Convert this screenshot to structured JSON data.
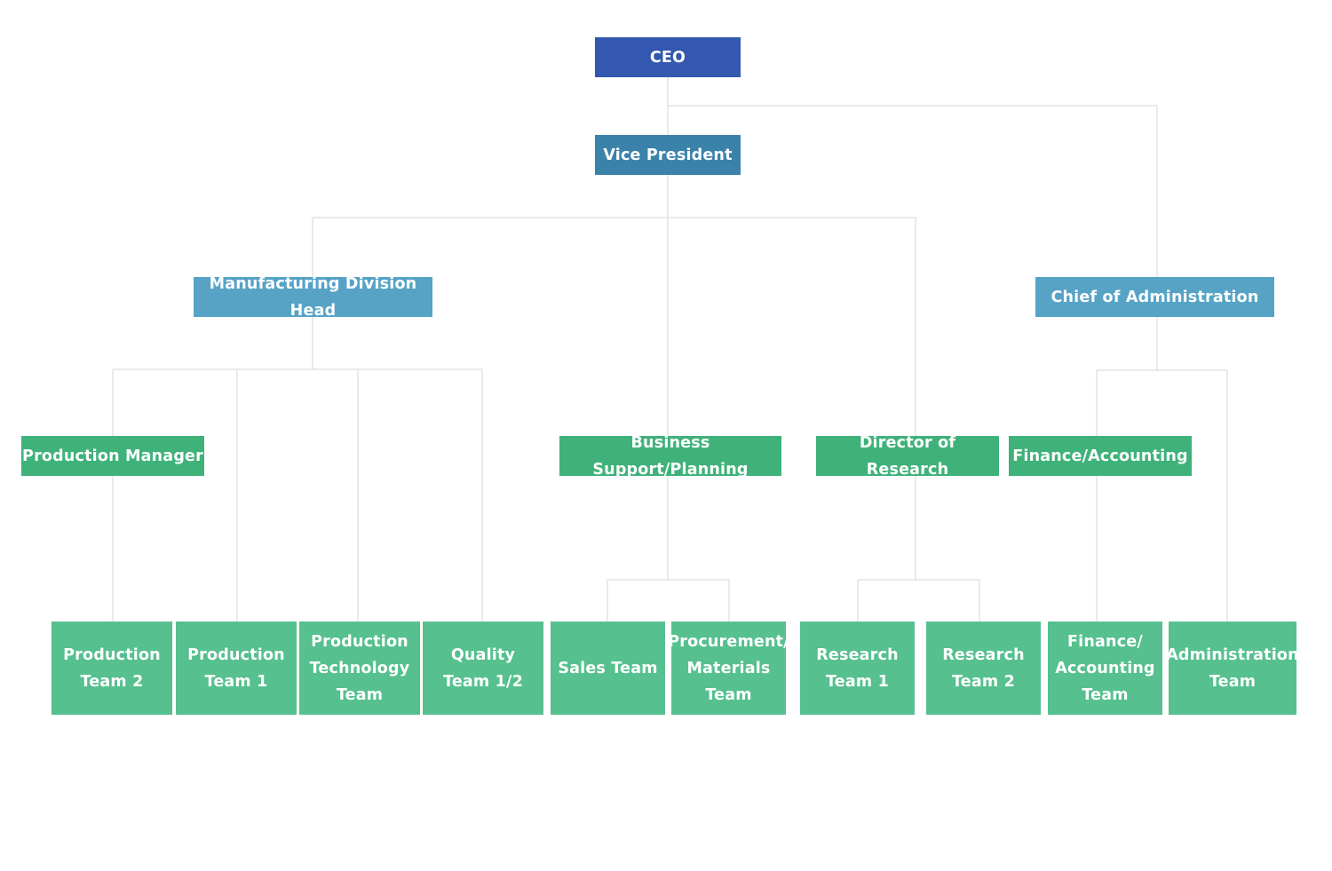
{
  "nodes": {
    "ceo": "CEO",
    "vice_president": "Vice President",
    "manufacturing_head": "Manufacturing Division Head",
    "chief_admin": "Chief of Administration",
    "production_manager": "Production Manager",
    "business_support": "Business Support/Planning",
    "director_research": "Director of Research",
    "finance_accounting": "Finance/Accounting"
  },
  "teams": {
    "production_team_2": "Production\nTeam 2",
    "production_team_1": "Production\nTeam 1",
    "production_technology_team": "Production\nTechnology\nTeam",
    "quality_team": "Quality\nTeam 1/2",
    "sales_team": "Sales Team",
    "procurement_team": "Procurement/\nMaterials\nTeam",
    "research_team_1": "Research\nTeam 1",
    "research_team_2": "Research\nTeam 2",
    "finance_accounting_team": "Finance/\nAccounting\nTeam",
    "administration_team": "Administration\nTeam"
  },
  "colors": {
    "ceo": "#3457af",
    "vice_president": "#3b82ab",
    "division": "#56a3c6",
    "department": "#3fb27a",
    "team": "#56c08f",
    "connector": "#d4d4d4"
  }
}
